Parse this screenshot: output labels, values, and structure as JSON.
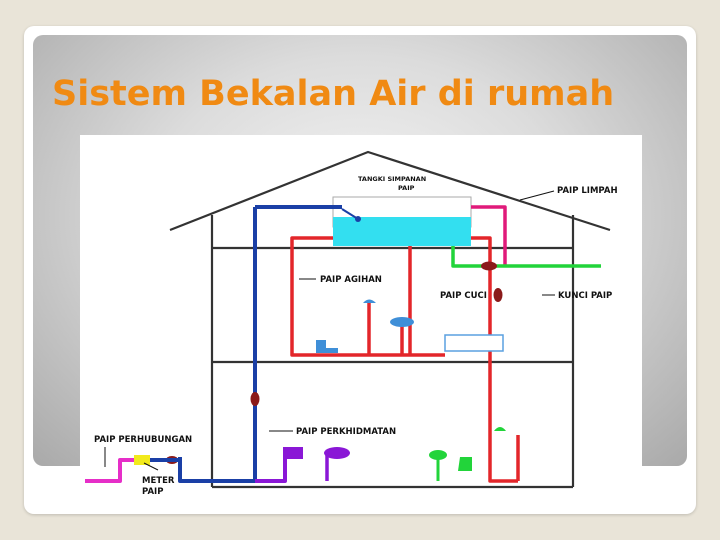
{
  "slide": {
    "title": "Sistem Bekalan Air di rumah"
  },
  "diagram": {
    "labels": {
      "tank_line1": "TANGKI SIMPANAN",
      "tank_line2": "PAIP",
      "overflow_pipe": "PAIP LIMPAH",
      "distribution_pipe": "PAIP AGIHAN",
      "wash_pipe": "PAIP CUCI",
      "stop_valve": "KUNCI PAIP",
      "connection_pipe": "PAIP PERHUBUNGAN",
      "service_pipe": "PAIP PERKHIDMATAN",
      "meter_line1": "METER",
      "meter_line2": "PAIP"
    },
    "colors": {
      "title": "#f08a13",
      "house_outline": "#333333",
      "main_pipe": "#1a3fa6",
      "distribution_pipe": "#e3262a",
      "overflow_pipe": "#e01a7a",
      "wash_pipe": "#22d43a",
      "tank_water": "#33dff0",
      "valve": "#8b1a1a",
      "service_fixtures": "#8a17d6",
      "connection_pipe": "#e62ec8",
      "meter": "#f2ea1c"
    }
  }
}
